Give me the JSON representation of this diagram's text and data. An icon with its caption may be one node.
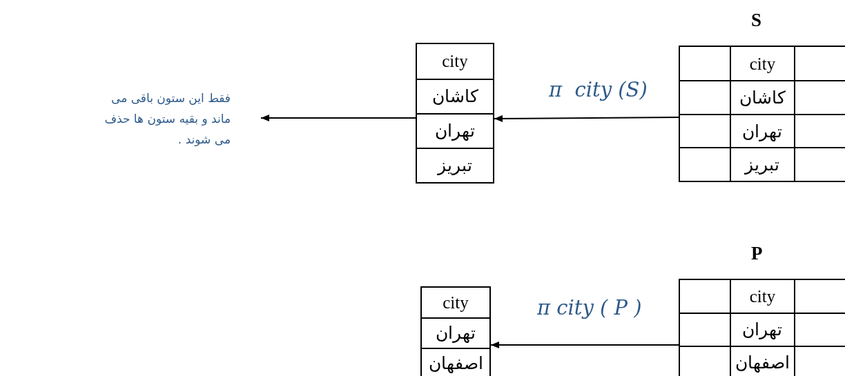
{
  "diagram": {
    "nodes": [
      {
        "text": [
          "فقط این ستون باقی می ماند و بقیه ستون ها حذف می شوند ."
        ]
      },
      {
        "text": [
          "city",
          "کاشان",
          "تهران",
          "تبریز"
        ]
      },
      {
        "text": [
          "S",
          "city",
          "کاشان",
          "تهران",
          "تبریز"
        ]
      },
      {
        "text": [
          "city",
          "تهران",
          "اصفهان"
        ]
      },
      {
        "text": [
          "P",
          "city",
          "تهران",
          "اصفهان"
        ]
      }
    ],
    "edges": [
      {
        "from": 2,
        "to": 1,
        "arrow": "to",
        "label": "π  city (S)"
      },
      {
        "from": 1,
        "to": 0,
        "arrow": "to"
      },
      {
        "from": 4,
        "to": 3,
        "arrow": "to",
        "label": "π city ( P )"
      }
    ]
  }
}
